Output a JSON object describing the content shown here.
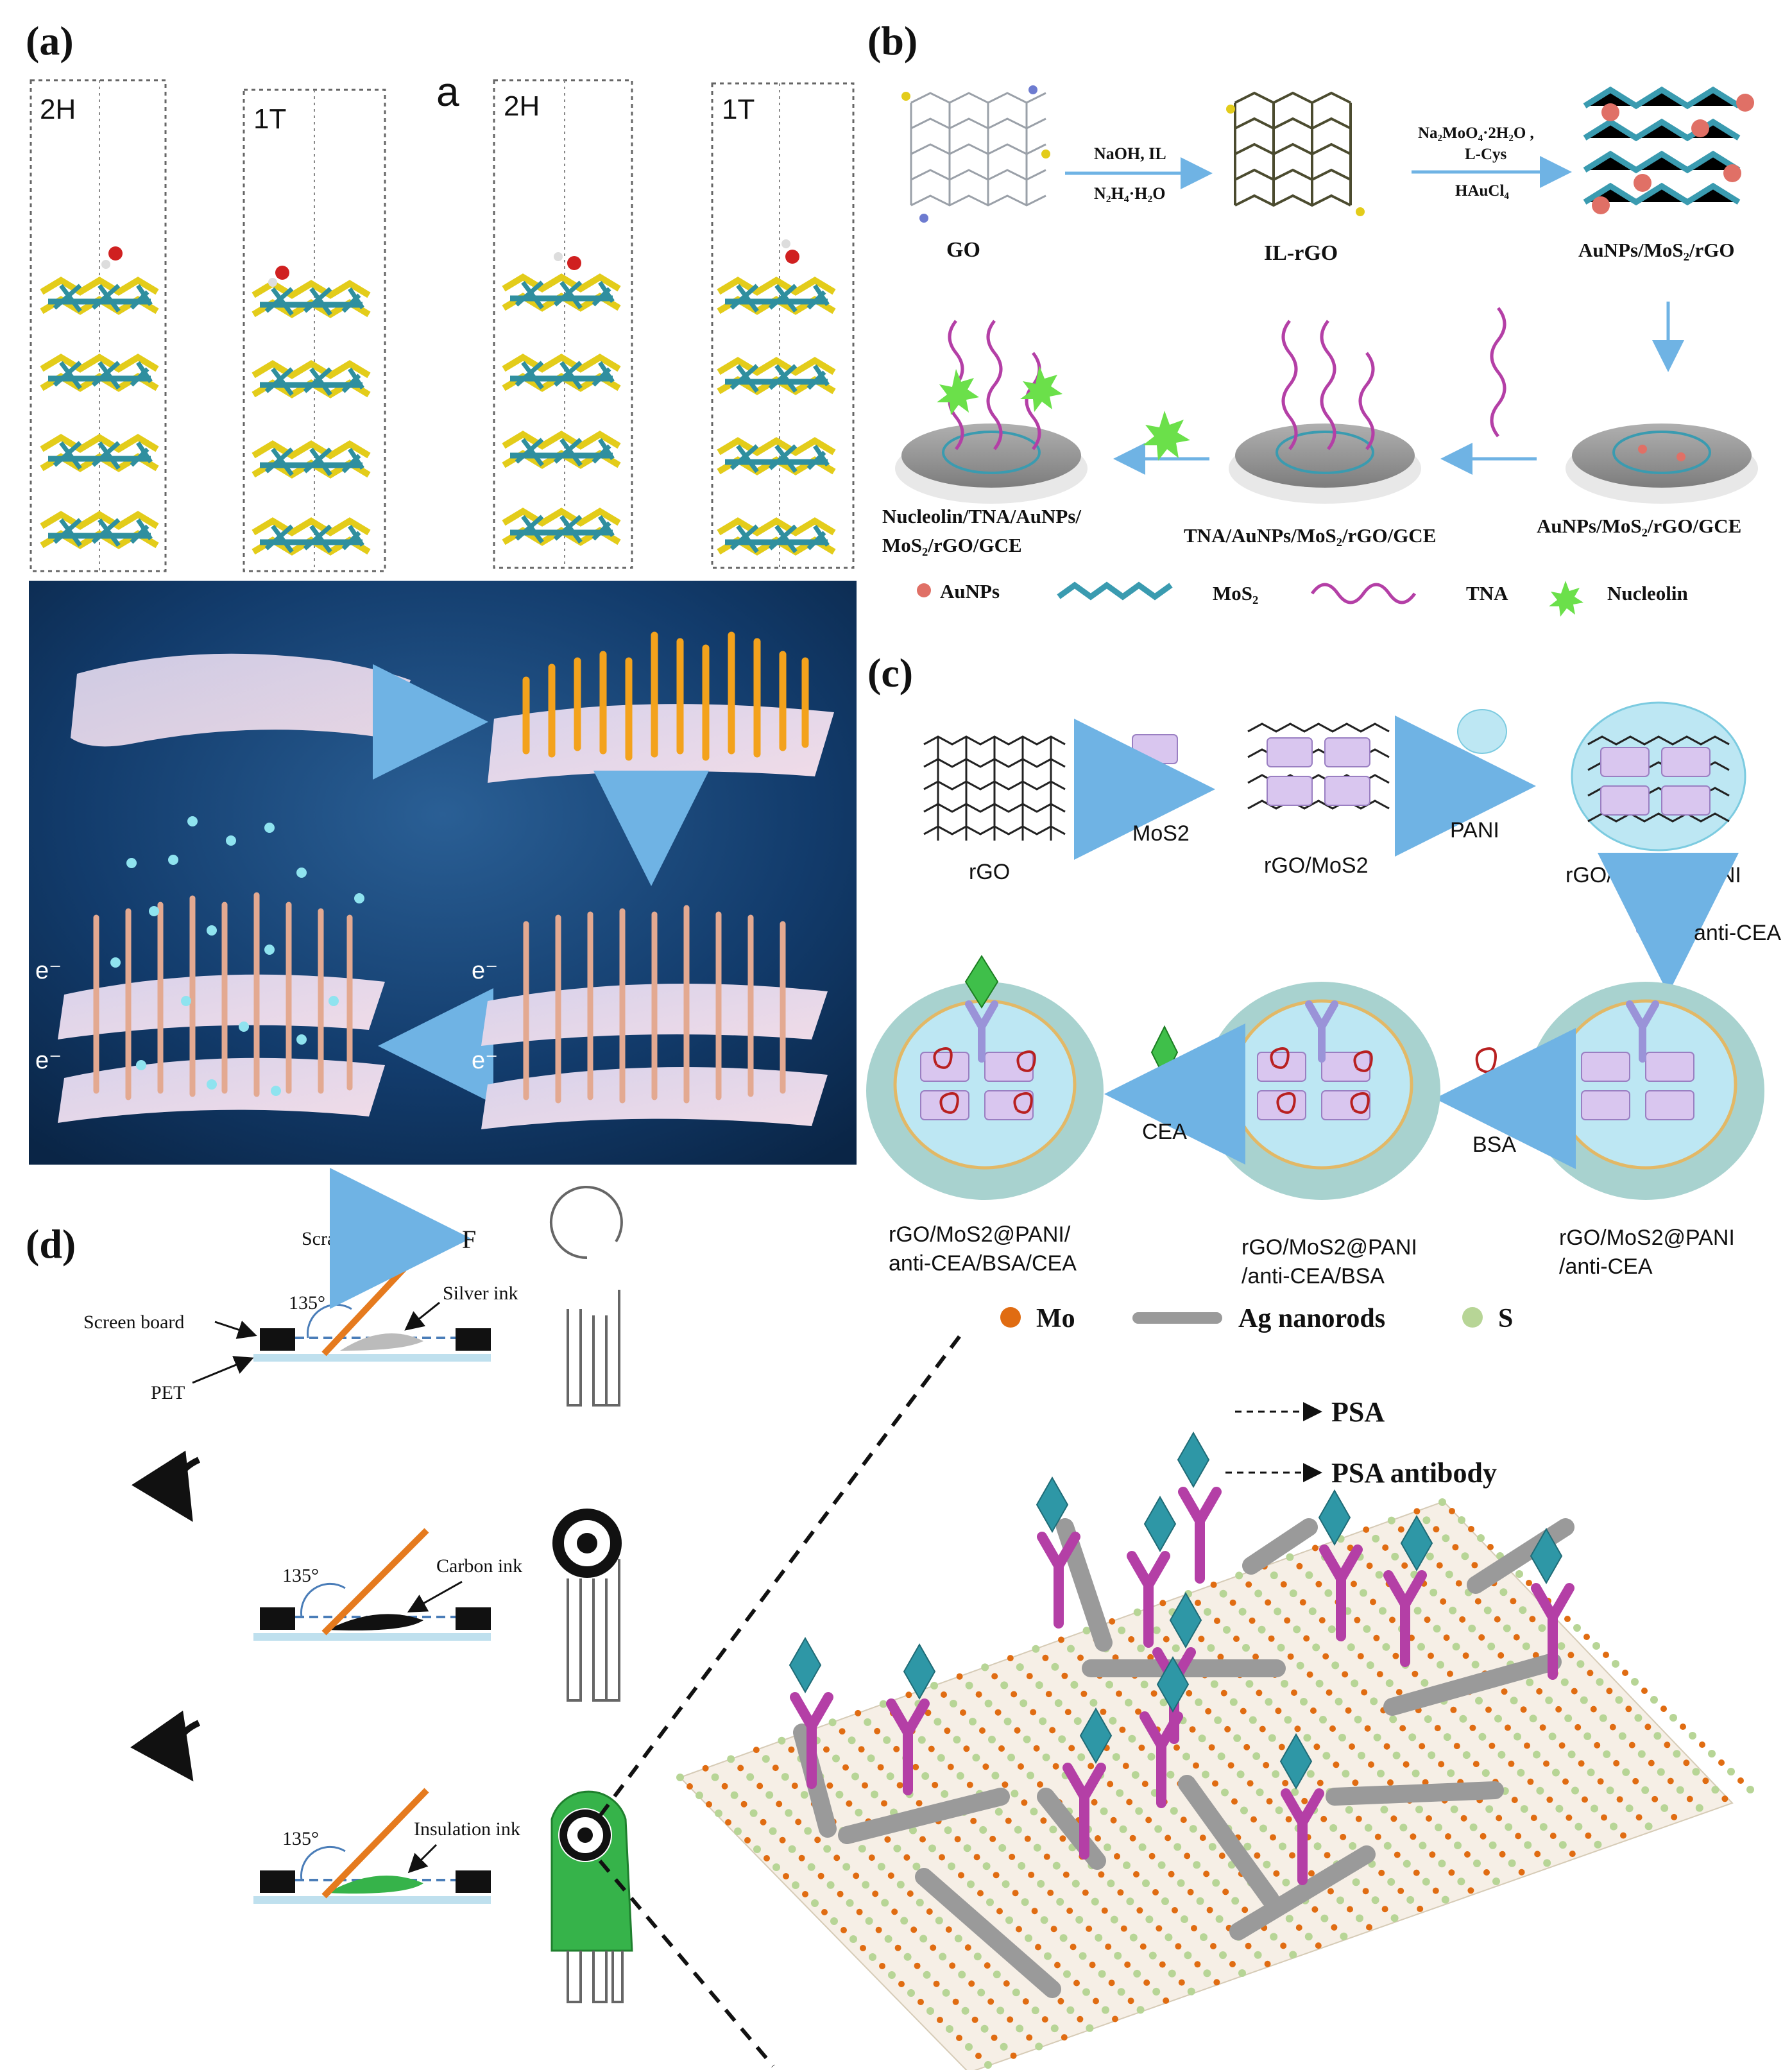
{
  "panel_labels": {
    "a": "(a)",
    "b": "(b)",
    "c": "(c)",
    "d": "(d)"
  },
  "panel_a": {
    "cells": [
      "2H",
      "1T",
      "2H",
      "1T"
    ],
    "marker": "a",
    "electron": "e⁻"
  },
  "panel_b": {
    "GO": "GO",
    "step1_top": "NaOH, IL",
    "step1_bottom": "N₂H₄·H₂O",
    "IL_rGO": "IL-rGO",
    "step2_line1": "Na₂MoO₄·2H₂O ,",
    "step2_line2": "L-Cys",
    "step2_line3": "HAuCl₄",
    "AuNPs_MoS2_rGO": "AuNPs/MoS₂/rGO",
    "electrode3": "AuNPs/MoS₂/rGO/GCE",
    "electrode2": "TNA/AuNPs/MoS₂/rGO/GCE",
    "electrode1_line1": "Nucleolin/TNA/AuNPs/",
    "electrode1_line2": "MoS₂/rGO/GCE",
    "legend": [
      "AuNPs",
      "MoS₂",
      "TNA",
      "Nucleolin"
    ]
  },
  "panel_c": {
    "rGO": "rGO",
    "MoS2": "MoS2",
    "rGO_MoS2": "rGO/MoS2",
    "PANI": "PANI",
    "rGO_MoS2_PANI": "rGO/MoS2@PANI",
    "anti_CEA": "anti-CEA",
    "BSA": "BSA",
    "CEA": "CEA",
    "e3_line1": "rGO/MoS2@PANI",
    "e3_line2": "/anti-CEA",
    "e2_line1": "rGO/MoS2@PANI",
    "e2_line2": "/anti-CEA/BSA",
    "e1_line1": "rGO/MoS2@PANI/",
    "e1_line2": "anti-CEA/BSA/CEA"
  },
  "panel_d": {
    "scraper": "Scraper",
    "force": "F",
    "angle": "135°",
    "silver_ink": "Silver ink",
    "screen_board": "Screen board",
    "pet": "PET",
    "carbon_ink": "Carbon ink",
    "insulation_ink": "Insulation ink"
  },
  "legend_d": [
    "Mo",
    "Ag nanorods",
    "S"
  ],
  "psa": {
    "psa": "PSA",
    "psa_antibody": "PSA  antibody"
  },
  "colors": {
    "mo": "#e06c12",
    "ag": "#9a9a9a",
    "s": "#b7d596",
    "antibody": "#b43fa6",
    "psa": "#2e97a6",
    "mos2_atom": "#2f8f9f",
    "s_atom": "#e3cc1a",
    "arrow_blue": "#6fb3e4",
    "night": "#0f2f55",
    "green_ink": "#36b34a"
  }
}
